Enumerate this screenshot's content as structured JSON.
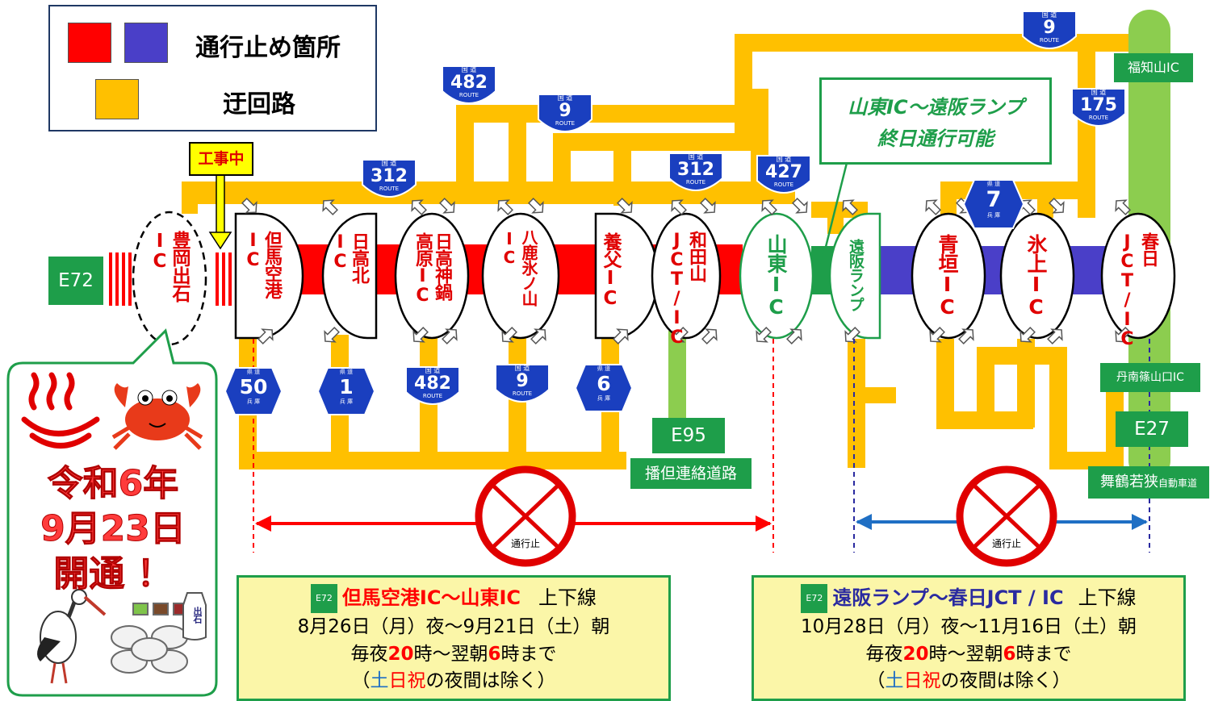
{
  "legend": {
    "closure_label": "通行止め箇所",
    "detour_label": "迂回路",
    "colors": {
      "closure_red": "#ff0000",
      "closure_blue": "#4a3fc8",
      "detour": "#ffc000",
      "expressway_green": "#1e9e4a",
      "other_green": "#8ccd4f"
    }
  },
  "construction_label": "工事中",
  "expressways": {
    "e72": "E72",
    "e95": "E95",
    "e95_name": "播但連絡道路",
    "e27": "E27",
    "e27_name": "舞鶴若狭",
    "e27_suffix": "自動車道"
  },
  "ics": [
    {
      "name": "豊岡出石IC",
      "label": "豊岡出石\nIC"
    },
    {
      "name": "但馬空港IC",
      "label": "但馬空港\nIC"
    },
    {
      "name": "日高北IC",
      "label": "日高北\nIC"
    },
    {
      "name": "日高神鍋高原IC",
      "label": "日高神鍋\n高原IC"
    },
    {
      "name": "八鹿氷ノ山IC",
      "label": "八鹿氷ノ山\nIC"
    },
    {
      "name": "養父IC",
      "label": "養父IC"
    },
    {
      "name": "和田山JCT/IC",
      "label": "和田山\nJCT/IC"
    },
    {
      "name": "山東IC",
      "label": "山東IC"
    },
    {
      "name": "遠阪ランプ",
      "label": "遠阪ランプ"
    },
    {
      "name": "青垣IC",
      "label": "青垣IC"
    },
    {
      "name": "氷上IC",
      "label": "氷上IC"
    },
    {
      "name": "春日JCT/IC",
      "label": "春日\nJCT/IC"
    }
  ],
  "side_ics": {
    "fukuchiyama": "福知山IC",
    "tannan": "丹南篠山口IC"
  },
  "routes": {
    "r9_top": "9",
    "r482_top": "482",
    "r9_mid": "9",
    "r312_a": "312",
    "r312_b": "312",
    "r427": "427",
    "r175": "175",
    "p7": "7",
    "p50": "50",
    "p1": "1",
    "r482_bot": "482",
    "r9_bot": "9",
    "p6": "6",
    "kokudo": "国 道",
    "route": "ROUTE",
    "ken": "県 道",
    "hyogo": "兵 庫"
  },
  "callout": {
    "line1": "山東IC～遠阪ランプ",
    "line2": "終日通行可能"
  },
  "no_entry_label": "通行止",
  "opening": {
    "line1": "令和6年",
    "line2": "9月23日",
    "line3": "開通 ！",
    "sake_label": "出石"
  },
  "closure_left": {
    "tag": "E72",
    "section": "但馬空港IC～山東IC",
    "direction": "上下線",
    "period": "8月26日（月）夜～9月21日（土）朝",
    "time_pre": "毎夜",
    "time_start": "20",
    "time_mid": "時～翌朝",
    "time_end": "6",
    "time_post": "時まで",
    "ex_open": "（",
    "ex_sat": "土",
    "ex_sunhol": "日祝",
    "ex_rest": "の夜間は除く）"
  },
  "closure_right": {
    "tag": "E72",
    "section": "遠阪ランプ～春日JCT / IC",
    "direction": "上下線",
    "period": "10月28日（月）夜～11月16日（土）朝",
    "time_pre": "毎夜",
    "time_start": "20",
    "time_mid": "時～翌朝",
    "time_end": "6",
    "time_post": "時まで",
    "ex_open": "（",
    "ex_sat": "土",
    "ex_sunhol": "日祝",
    "ex_rest": "の夜間は除く）"
  }
}
